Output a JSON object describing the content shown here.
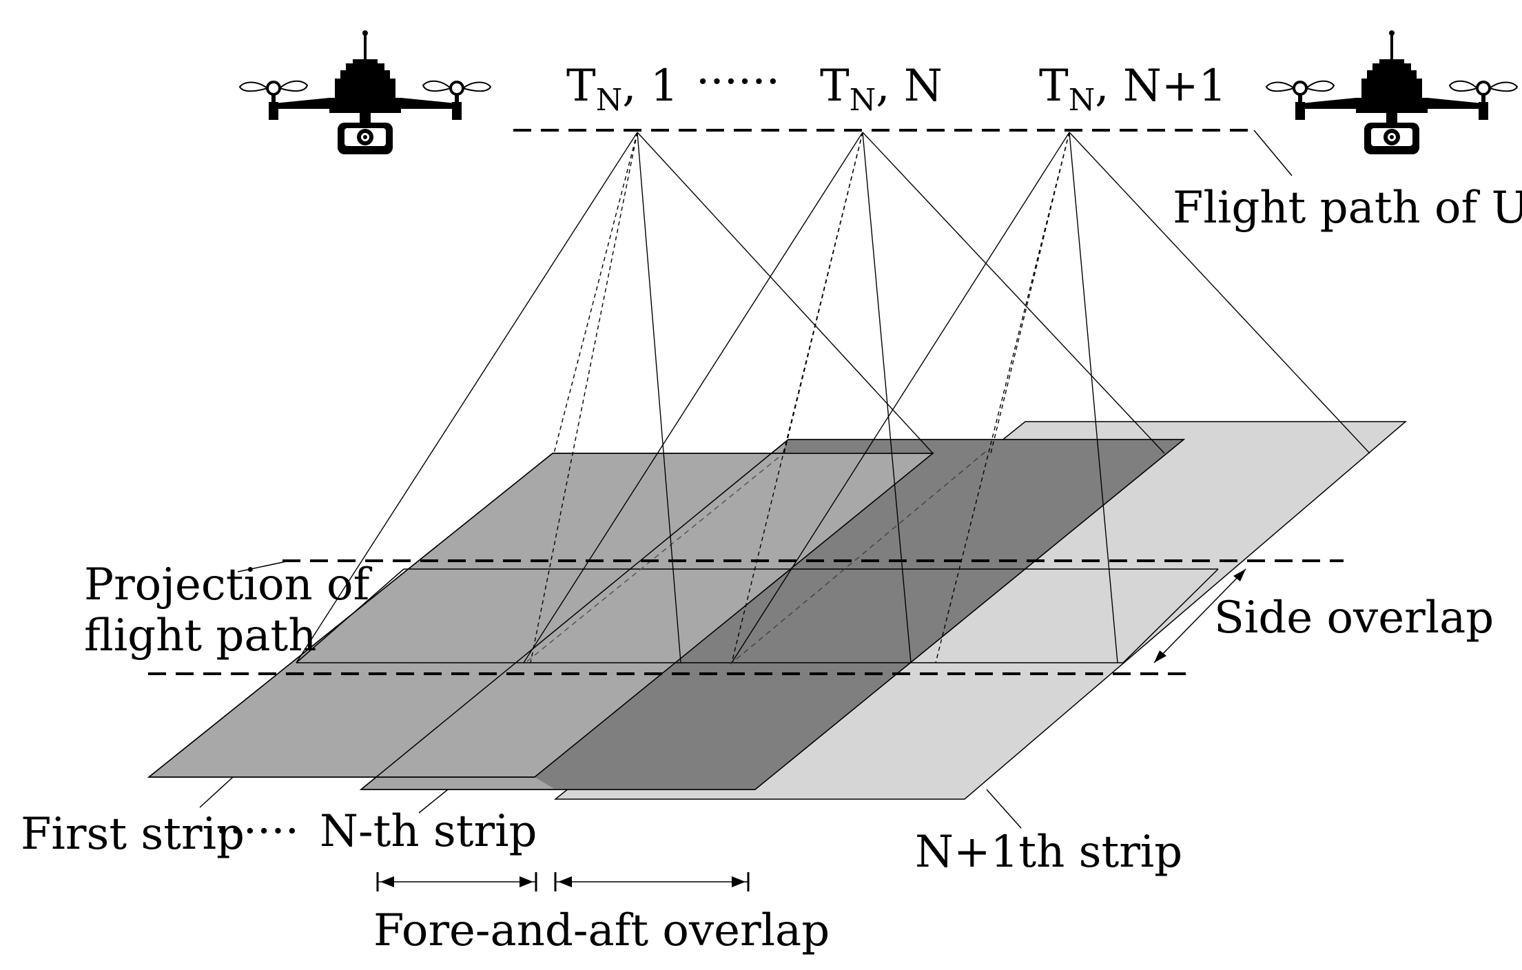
{
  "camera_stations": [
    {
      "name": "T",
      "subscript": "N",
      "suffix": ", 1"
    },
    {
      "name": "T",
      "subscript": "N",
      "suffix": ", N"
    },
    {
      "name": "T",
      "subscript": "N",
      "suffix": ", N+1"
    }
  ],
  "station_ellipsis": "······",
  "labels": {
    "flight_path": "Flight path of UAV",
    "projection_line1": "Projection of",
    "projection_line2": "flight path",
    "side_overlap": "Side overlap",
    "first_strip": "First strip",
    "strip_ellipsis": "······",
    "nth_strip": "N-th strip",
    "n1th_strip": "N+1th strip",
    "fore_aft_overlap": "Fore-and-aft overlap"
  },
  "colors": {
    "first_strip_fill": "#a8a8a8",
    "nth_strip_fill": "#a6a6a6",
    "n1th_strip_fill": "#d6d6d6",
    "overlap_fill": "#7f7f7f",
    "line": "#000000"
  },
  "icons": [
    "uav-left-icon",
    "uav-right-icon"
  ]
}
